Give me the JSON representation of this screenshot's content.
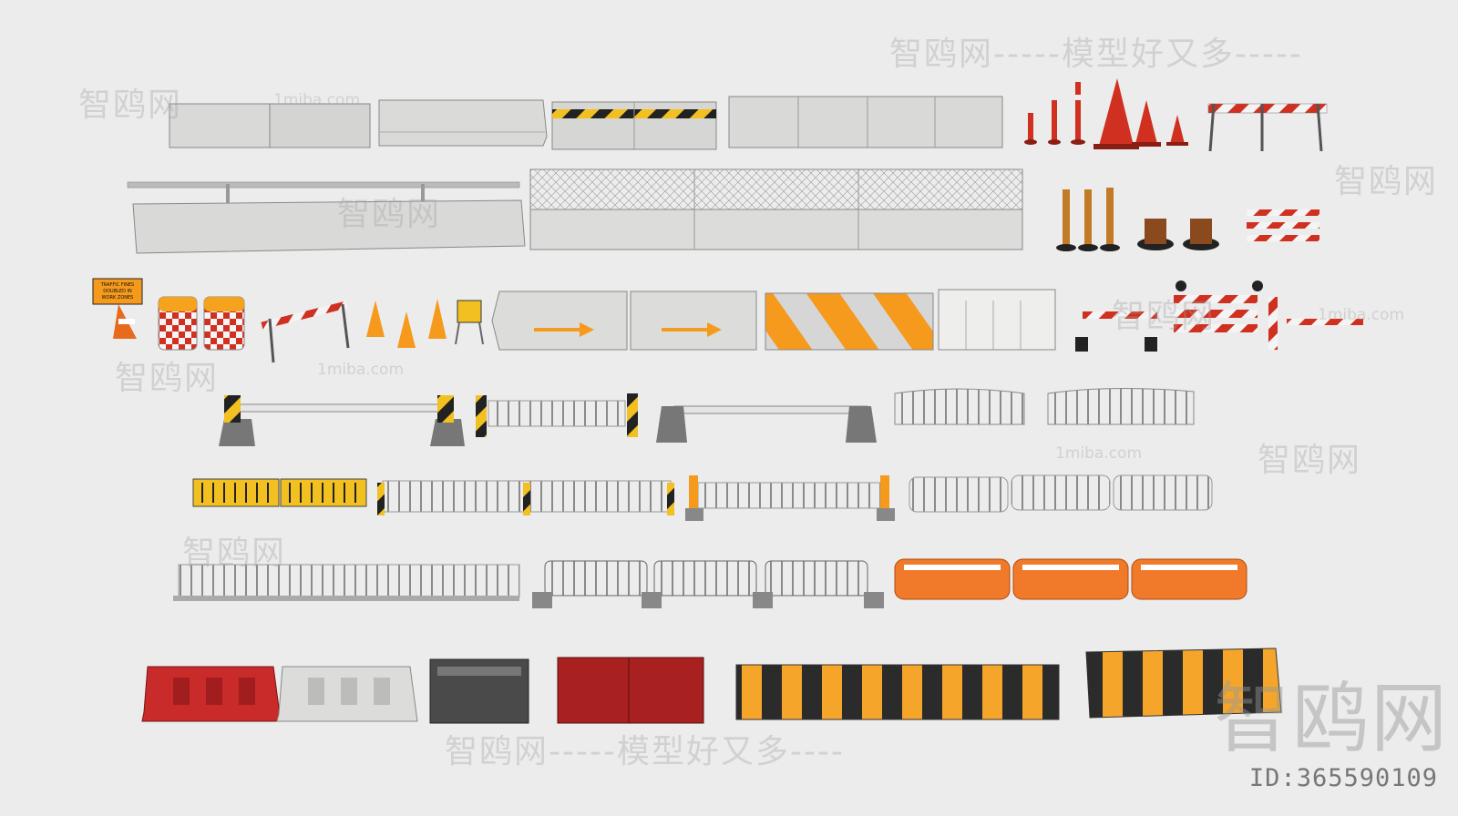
{
  "watermarks": {
    "top": "智鸥网-----模型好又多-----",
    "bottom": "智鸥网-----模型好又多----",
    "side": "智鸥网",
    "site": "1miba.com",
    "logo": "智鸥网"
  },
  "image_id": "ID:365590109",
  "sign_text": {
    "line1": "TRAFFIC FINES",
    "line2": "DOUBLED IN",
    "line3": "WORK ZONES"
  },
  "colors": {
    "background": "#ececec",
    "concrete": "#d8d8d6",
    "orange": "#f59a1c",
    "red": "#d0301f",
    "black": "#2a2a2a",
    "white": "#f4f4f4"
  }
}
